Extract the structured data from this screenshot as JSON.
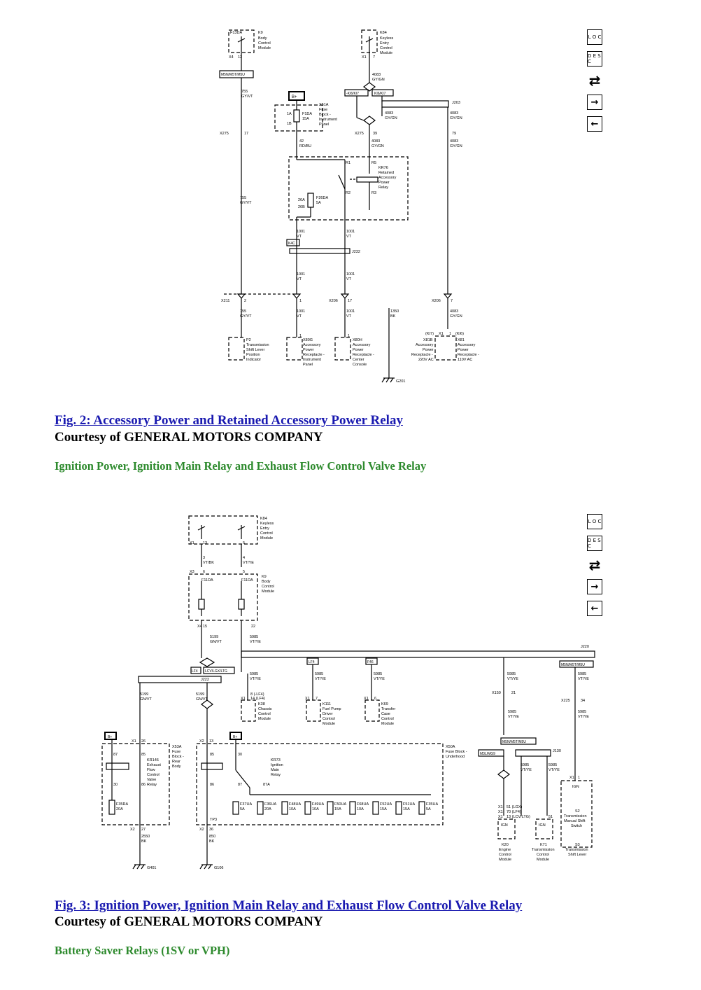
{
  "fig2": {
    "caption": "Fig. 2: Accessory Power and Retained Accessory Power Relay",
    "courtesy": "Courtesy of GENERAL MOTORS COMPANY",
    "labels": {
      "k9_fuse": "F13DA",
      "k9_name": "K9",
      "k9_desc1": "Body",
      "k9_desc2": "Control",
      "k9_desc3": "Module",
      "k9_conn": "X4",
      "k9_pin": "12",
      "k84_name": "K84",
      "k84_desc1": "Keyless",
      "k84_desc2": "Entry",
      "k84_desc3": "Control",
      "k84_desc4": "Module",
      "k84_conn": "X1",
      "k84_pin": "7",
      "m5n": "M5N/M5T/M5U",
      "w755a": "755",
      "w755a_c": "GY/VT",
      "w4083a": "4083",
      "w4083a_c": "GY/GN",
      "ki6ki7_neg": "-KI6/KI7",
      "ki6ki7": "KI6/KI7",
      "bplus": "B+",
      "x51a": "X51A",
      "x51a_d1": "Fuse",
      "x51a_d2": "Block -",
      "x51a_d3": "Instrument",
      "x51a_d4": "Panel",
      "f1da_1a": "1A",
      "f1da": "F1DA",
      "f1da_amp": "15A",
      "f1da_1b": "1B",
      "w4083b": "4083",
      "w4083b_c": "GY/GN",
      "j203": "J203",
      "w4083c": "4083",
      "w4083c_c": "GY/GN",
      "x275a": "X275",
      "x275a_pin": "17",
      "x275b": "X275",
      "x275b_pin": "39",
      "pin79": "79",
      "w42": "42",
      "w42_c": "RD/BU",
      "w4083d": "4083",
      "w4083d_c": "GY/GN",
      "w4083e": "4083",
      "w4083e_c": "GY/GN",
      "r1": "R1",
      "r5": "R5",
      "kr76": "KR76",
      "kr76_d1": "Retained",
      "kr76_d2": "Accessory",
      "kr76_d3": "Power",
      "kr76_d4": "Relay",
      "r2": "R2",
      "r3": "R3",
      "w755b": "755",
      "w755b_c": "GY/VT",
      "f26_26a": "26A",
      "f26_26b": "26B",
      "f26da": "F26DA",
      "f26da_amp": "5A",
      "w1001a": "1001",
      "w1001a_c": "VT",
      "w1001b": "1001",
      "w1001b_c": "VT",
      "k4c": "K4C",
      "j232": "J232",
      "w1001c": "1001",
      "w1001c_c": "VT",
      "w1001d": "1001",
      "w1001d_c": "VT",
      "x211": "X211",
      "x211_pin": "2",
      "pin1": "1",
      "x206a": "X206",
      "x206a_pin": "17",
      "x206b": "X206",
      "x206b_pin": "7",
      "w755c": "755",
      "w755c_c": "GY/VT",
      "w1001e": "1001",
      "w1001e_c": "VT",
      "w1001f": "1001",
      "w1001f_c": "VT",
      "w1350": "1350",
      "w1350_c": "BK",
      "w4083f": "4083",
      "w4083f_c": "GY/GN",
      "p2": "P2",
      "p2_d1": "Transmission",
      "p2_d2": "Shift Lever",
      "p2_d3": "Position",
      "p2_d4": "Indicator",
      "x80g_pin": "1",
      "x80g": "X80G",
      "x80g_d1": "Accessory",
      "x80g_d2": "Power",
      "x80g_d3": "Receptacle -",
      "x80g_d4": "Instrument",
      "x80g_d5": "Panel",
      "x80h_pin": "1",
      "x80h": "X80H",
      "x80h_d1": "Accessory",
      "x80h_d2": "Power",
      "x80h_d3": "Receptacle -",
      "x80h_d4": "Center",
      "x80h_d5": "Console",
      "ki7": "(KI7)",
      "x1_1": "X1",
      "pin_1b": "1",
      "ki6": "(KI6)",
      "x81b": "X81B",
      "x81b_d1": "Accessory",
      "x81b_d2": "Power",
      "x81b_d3": "Receptacle -",
      "x81b_d4": "220V AC",
      "x81": "X81",
      "x81_d1": "Accessory",
      "x81_d2": "Power",
      "x81_d3": "Receptacle -",
      "x81_d4": "110V AC",
      "g201": "G201"
    }
  },
  "section1": "Ignition Power, Ignition Main Relay and Exhaust Flow Control Valve Relay",
  "fig3": {
    "caption": "Fig. 3: Ignition Power, Ignition Main Relay and Exhaust Flow Control Valve Relay",
    "courtesy": "Courtesy of GENERAL MOTORS COMPANY",
    "labels": {
      "k84": "K84",
      "k84_d1": "Keyless",
      "k84_d2": "Entry",
      "k84_d3": "Control",
      "k84_d4": "Module",
      "x1": "X1",
      "pin13": "13",
      "pin5": "5",
      "w3": "3",
      "w3_c": "VT/BK",
      "w4": "4",
      "w4_c": "VT/YE",
      "x3": "X3",
      "x3_pin": "6",
      "x3_pin2": "5",
      "k9": "K9",
      "k9_d1": "Body",
      "k9_d2": "Control",
      "k9_d3": "Module",
      "f11da_a": "F11DA",
      "f11da_b": "F11DA",
      "x4": "X4",
      "x4_pin": "15",
      "x4_pin2": "22",
      "w5199a": "5199",
      "w5199a_c": "GN/VT",
      "w5985a": "5985",
      "w5985a_c": "VT/YE",
      "j220": "J220",
      "lf4": "LF4",
      "lcv": "LCV/LGX/LTG",
      "j222": "J222",
      "lf4b": "LF4",
      "f46": "F46",
      "m5n": "M5N/M5T/M5U",
      "w5985b": "5985",
      "w5985b_c": "VT/YE",
      "w5985c": "5985",
      "w5985c_c": "VT/YE",
      "w5985d": "5985",
      "w5985d_c": "VT/YE",
      "w5985e": "5985",
      "w5985e_c": "VT/YE",
      "w5985f": "5985",
      "w5985f_c": "VT/YE",
      "x150": "X150",
      "x150_pin": "21",
      "x225": "X225",
      "x225_pin": "34",
      "w5199b": "5199",
      "w5199b_c": "GN/VT",
      "w5199c": "5199",
      "w5199c_c": "GN/VT",
      "k38_x1": "X1",
      "k38_p1": "8 (-LF4)",
      "k38_p2": "14 (LF4)",
      "k38": "K38",
      "k38_d1": "Chassis",
      "k38_d2": "Control",
      "k38_d3": "Module",
      "k111_x1": "X1",
      "k111_p": "7",
      "k111": "K111",
      "k111_d1": "Fuel Pump",
      "k111_d2": "Driver",
      "k111_d3": "Control",
      "k111_d4": "Module",
      "k69_x1": "X1",
      "k69_p": "6",
      "k69": "K69",
      "k69_d1": "Transfer",
      "k69_d2": "Case",
      "k69_d3": "Control",
      "k69_d4": "Module",
      "w5985g": "5985",
      "w5985g_c": "VT/YE",
      "w5985h": "5985",
      "w5985h_c": "VT/YE",
      "bplus_a": "B+",
      "bplus_b": "B+",
      "x1b": "X1",
      "x1b_pin": "26",
      "x2a": "X2",
      "x2a_pin": "13",
      "x53a": "X53A",
      "x53a_d1": "Fuse",
      "x53a_d2": "Block -",
      "x53a_d3": "Rear",
      "x53a_d4": "Body",
      "kr146": "KR146",
      "kr146_d1": "Exhaust",
      "kr146_d2": "Flow",
      "kr146_d3": "Control",
      "kr146_d4": "Valve",
      "kr146_d5": "Relay",
      "p87": "87",
      "p85": "85",
      "p30": "30",
      "p86": "86",
      "p85b": "85",
      "p30b": "30",
      "p86b": "86",
      "p87b": "87",
      "p87a": "87A",
      "kr73": "KR73",
      "kr73_d1": "Ignition",
      "kr73_d2": "Main",
      "kr73_d3": "Relay",
      "x50a": "X50A",
      "x50a_d1": "Fuse Block -",
      "x50a_d2": "Underhood",
      "m5n_b": "M5N/M5T/M5U",
      "m3l": "M3L/MG9",
      "j130": "J130",
      "w5985i": "5985",
      "w5985i_c": "VT/YE",
      "w5985j": "5985",
      "w5985j_c": "VT/YE",
      "f35ra": "F35RA",
      "f35ra_amp": "20A",
      "f37ua": "F37UA",
      "f37ua_amp": "5A",
      "f36ua": "F36UA",
      "f36ua_amp": "20A",
      "f48ua": "F48UA",
      "f48ua_amp": "10A",
      "f49ua": "F49UA",
      "f49ua_amp": "10A",
      "f50ua": "F50UA",
      "f50ua_amp": "15A",
      "f68ua": "F68UA",
      "f68ua_amp": "10A",
      "f52ua": "F52UA",
      "f52ua_amp": "15A",
      "f51ua": "F51UA",
      "f51ua_amp": "15A",
      "f35ua": "F35UA",
      "f35ua_amp": "5A",
      "tp3": "TP3",
      "x1c": "X1",
      "x1c_pin": "1",
      "ign_a": "IGN",
      "s2": "S2",
      "s2_d1": "Transmission",
      "s2_d2": "Manual Shift",
      "s2_d3": "Switch",
      "k20_x1a": "X1",
      "k20_p1": "51 (LGX)",
      "k20_x1b": "X1",
      "k20_p2": "70 (LF4)",
      "k20_x1c": "X1",
      "k20_p3": "13 (LCV/LTG)",
      "pin51": "51",
      "ign_b": "IGN",
      "ign_c": "IGN",
      "k20": "K20",
      "k20_d1": "Engine",
      "k20_d2": "Control",
      "k20_d3": "Module",
      "k71": "K71",
      "k71_d1": "Transmission",
      "k71_d2": "Control",
      "k71_d3": "Module",
      "s3": "S3",
      "s3_d1": "Transmission",
      "s3_d2": "Shift Lever",
      "x2b": "X2",
      "x2b_pin": "27",
      "x2c": "X2",
      "x2c_pin": "36",
      "w2550": "2550",
      "w2550_c": "BK",
      "w850": "850",
      "w850_c": "BK",
      "g401": "G401",
      "g106": "G106"
    }
  },
  "section2": "Battery Saver Relays (1SV or VPH)",
  "nav": {
    "loc_label": "L O C",
    "desc_label": "D E S C",
    "next_label": "→",
    "prev_label": "←"
  }
}
